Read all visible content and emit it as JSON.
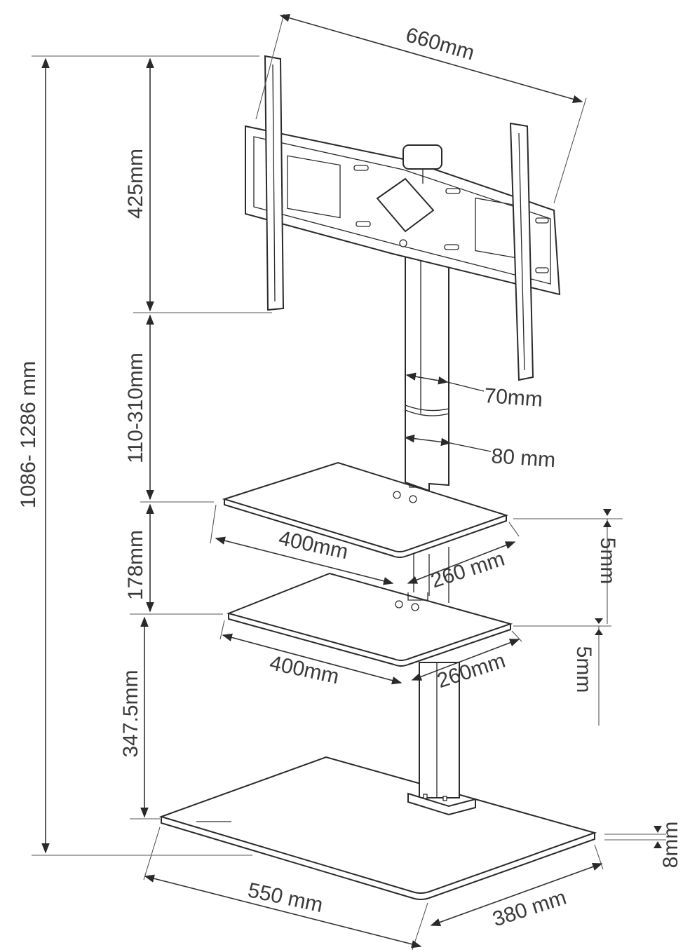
{
  "dimensions": {
    "mount_width": "660mm",
    "mount_height": "425mm",
    "height_adjust": "110-310mm",
    "total_height": "1086- 1286 mm",
    "shelf_gap": "178mm",
    "lower_gap": "347.5mm",
    "column_width_upper": "70mm",
    "column_width_lower": "80 mm",
    "top_shelf_width": "400mm",
    "top_shelf_depth": "260 mm",
    "mid_shelf_width": "400mm",
    "mid_shelf_depth": "260mm",
    "top_shelf_thickness": "5mm",
    "mid_shelf_thickness": "5mm",
    "base_width": "550 mm",
    "base_depth": "380 mm",
    "base_thickness": "8mm"
  }
}
